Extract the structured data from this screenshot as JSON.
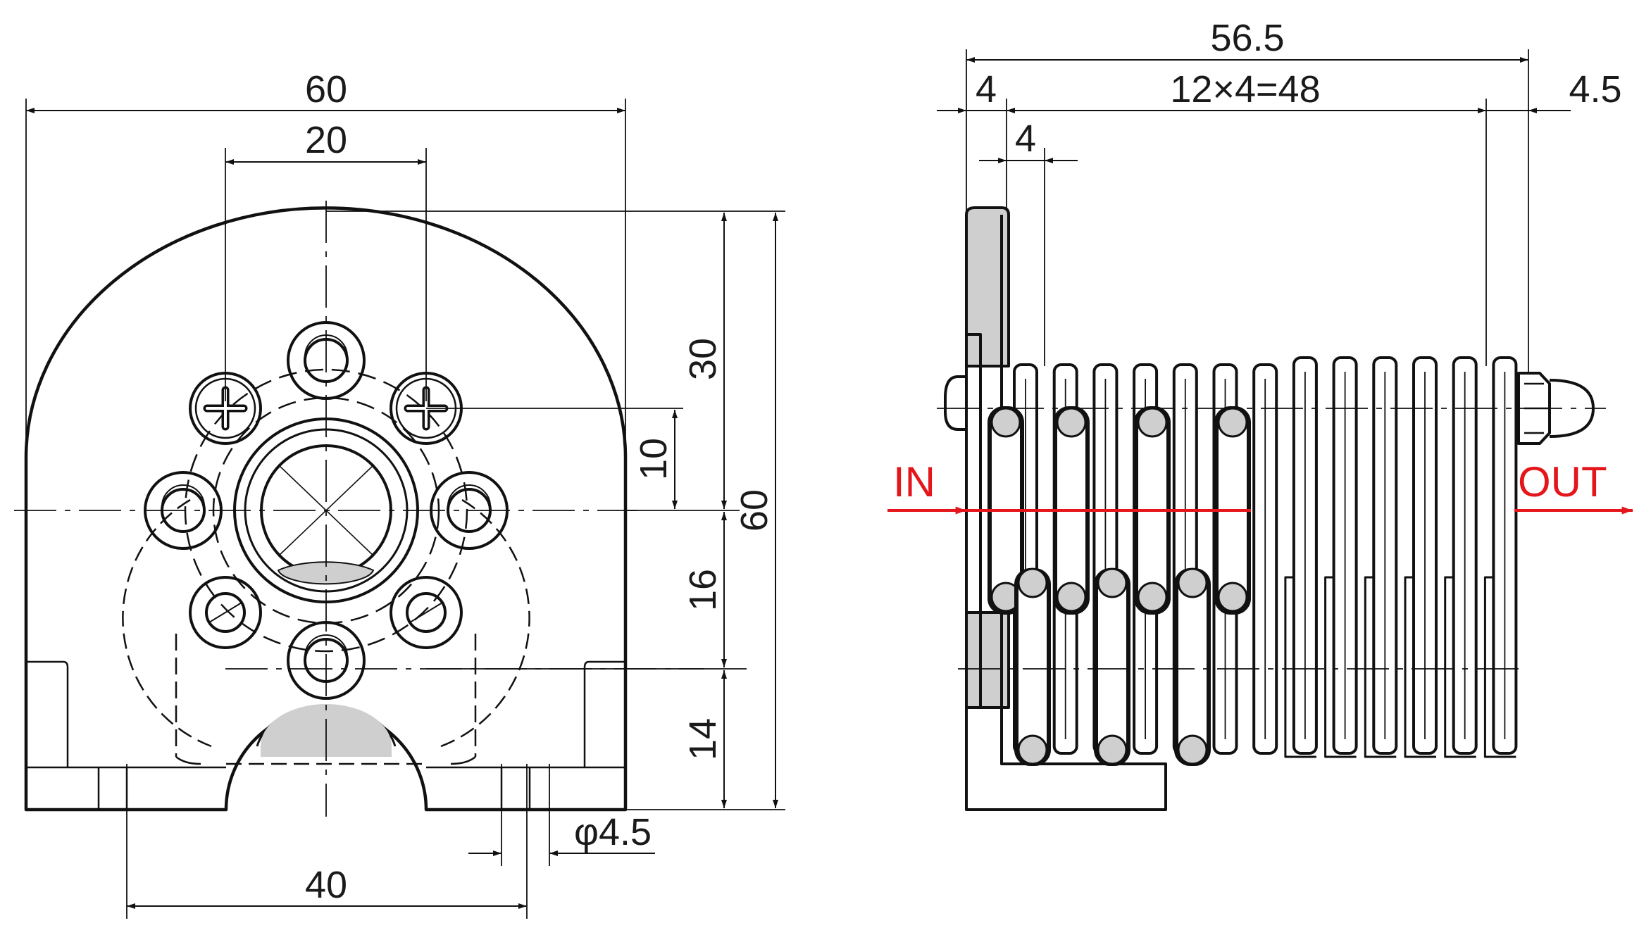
{
  "colors": {
    "ink": "#111111",
    "flow": "#e4161b",
    "shade": "#cfcfcf",
    "background": "#ffffff"
  },
  "front_view": {
    "dim_overall_width": "60",
    "dim_screw_spacing": "20",
    "dim_mount_hole_spacing": "40",
    "dim_mount_hole_dia": "φ4.5",
    "dim_top_to_center": "30",
    "dim_screw_offset": "10",
    "dim_center_to_lower": "16",
    "dim_lower_to_base": "14",
    "dim_overall_height": "60"
  },
  "side_view": {
    "dim_overall_length": "56.5",
    "dim_plate_thickness": "4",
    "dim_fin_stack": "12×4=48",
    "dim_end_cap": "4.5",
    "dim_fin_pitch": "4",
    "flow_in_label": "IN",
    "flow_out_label": "OUT"
  }
}
